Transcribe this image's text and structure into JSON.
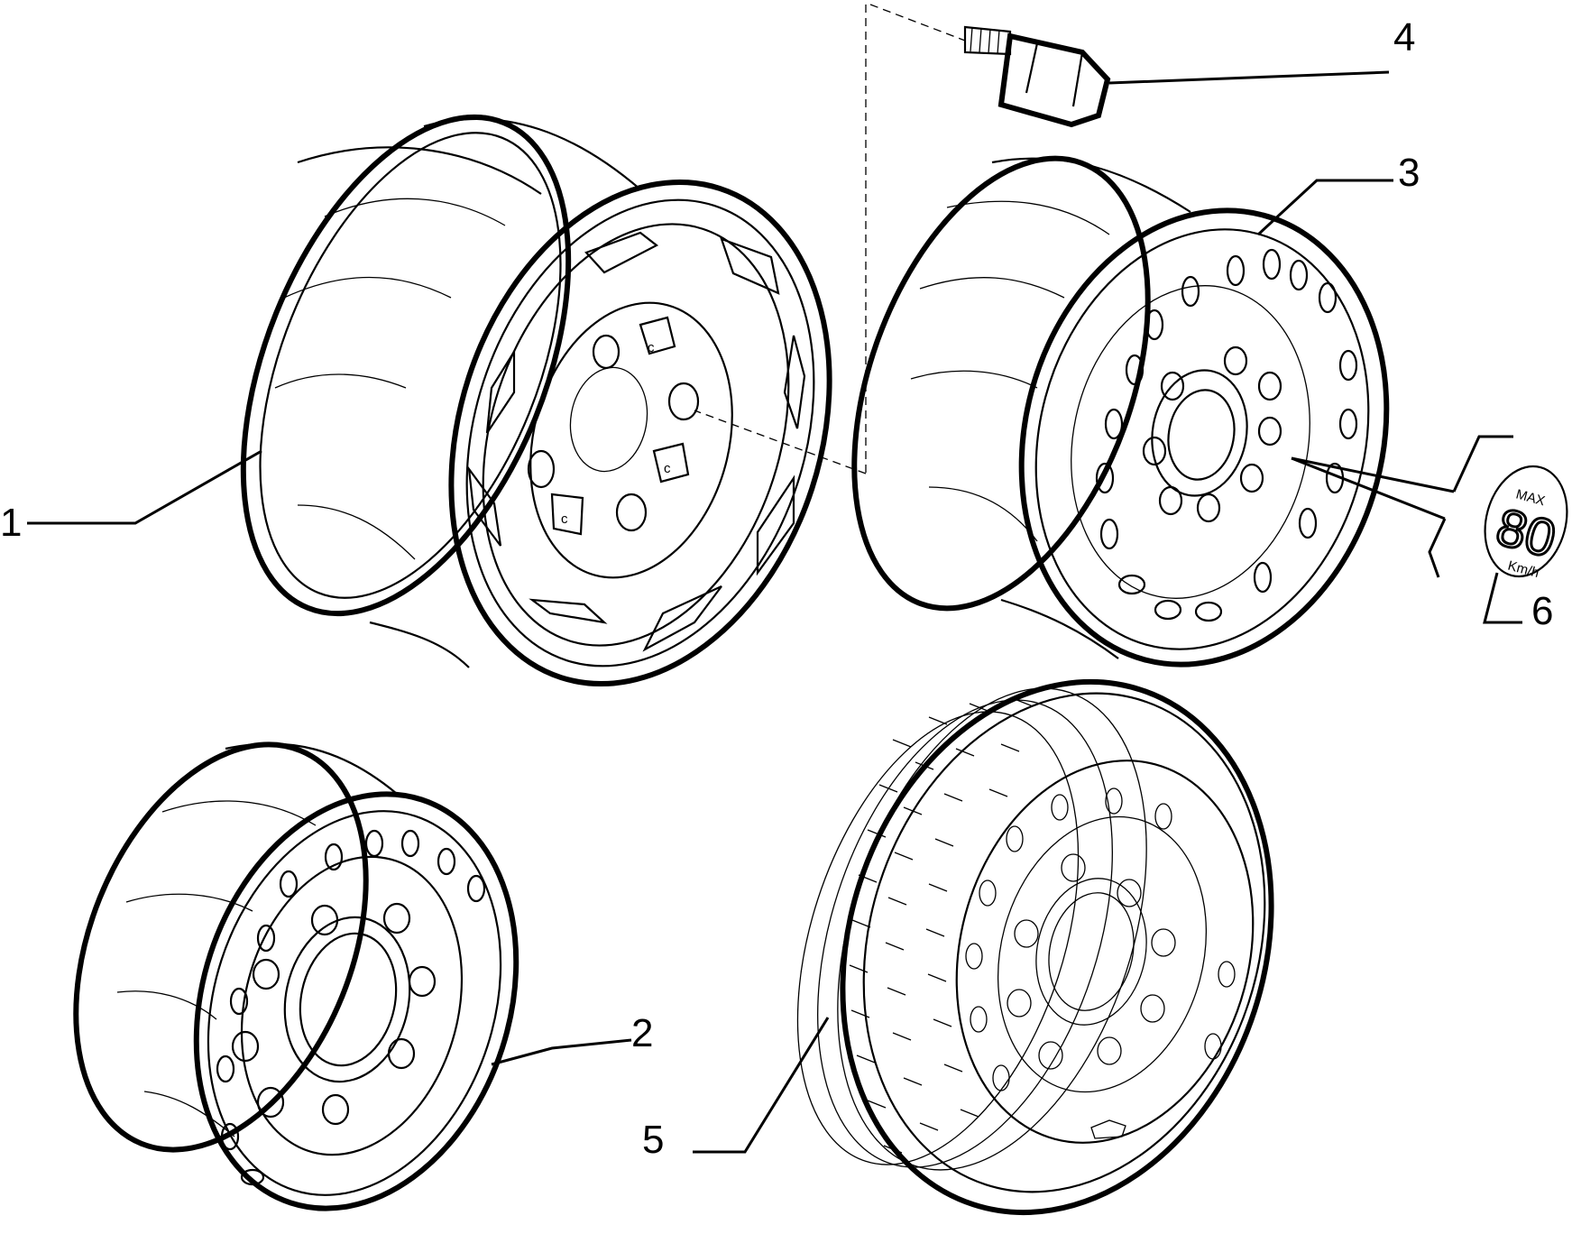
{
  "callouts": [
    {
      "id": "1",
      "text": "1"
    },
    {
      "id": "2",
      "text": "2"
    },
    {
      "id": "3",
      "text": "3"
    },
    {
      "id": "4",
      "text": "4"
    },
    {
      "id": "5",
      "text": "5"
    },
    {
      "id": "6",
      "text": "6"
    }
  ],
  "badge": {
    "top": "MAX",
    "speed": "80",
    "unit": "Km/h"
  },
  "colors": {
    "line": "#000000",
    "background": "#ffffff"
  }
}
